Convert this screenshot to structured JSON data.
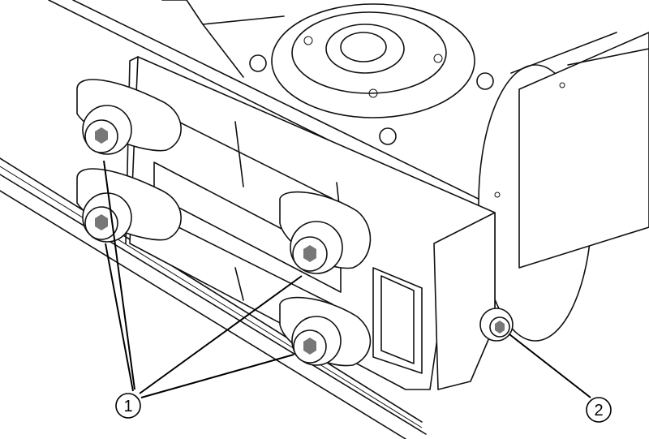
{
  "figure": {
    "callouts": [
      {
        "id": "callout-1",
        "label": "1"
      },
      {
        "id": "callout-2",
        "label": "2"
      }
    ]
  }
}
